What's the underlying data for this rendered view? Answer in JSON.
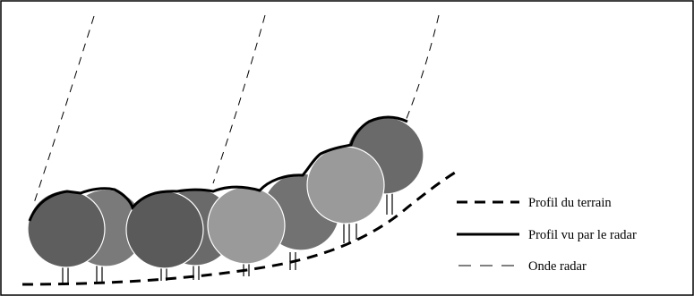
{
  "legend": {
    "terrain_label": "Profil du terrain",
    "radar_profile_label": "Profil vu par le radar",
    "radar_wave_label": "Onde radar"
  },
  "colors": {
    "tree_dark": "#5e5e5e",
    "tree_mid": "#7a7a7a",
    "tree_light": "#9a9a9a",
    "trunk": "#000000",
    "line": "#000000"
  },
  "trees": [
    {
      "shade": "mid"
    },
    {
      "shade": "dark"
    },
    {
      "shade": "dark"
    },
    {
      "shade": "dark"
    },
    {
      "shade": "dark"
    },
    {
      "shade": "mid"
    },
    {
      "shade": "light"
    },
    {
      "shade": "light"
    },
    {
      "shade": "dark"
    }
  ]
}
